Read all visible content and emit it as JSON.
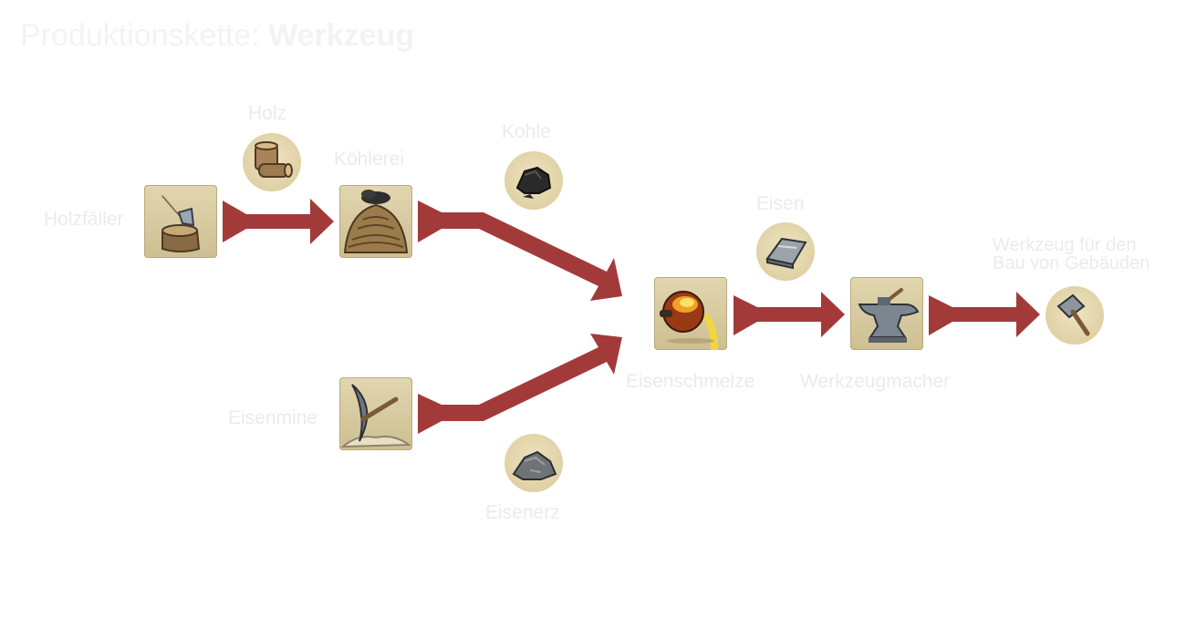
{
  "title": {
    "prefix": "Produktionskette:",
    "product": "Werkzeug"
  },
  "buildings": [
    {
      "id": "holzfaeller",
      "label": "Holzfäller",
      "icon": "axe-in-stump-icon"
    },
    {
      "id": "koehlerei",
      "label": "Köhlerei",
      "icon": "charcoal-kiln-icon"
    },
    {
      "id": "eisenmine",
      "label": "Eisenmine",
      "icon": "pickaxe-icon"
    },
    {
      "id": "eisenschmelze",
      "label": "Eisenschmelze",
      "icon": "molten-crucible-icon"
    },
    {
      "id": "werkzeugmacher",
      "label": "Werkzeugmacher",
      "icon": "anvil-icon"
    }
  ],
  "resources": [
    {
      "id": "holz",
      "label": "Holz",
      "icon": "log-icon"
    },
    {
      "id": "kohle",
      "label": "Kohle",
      "icon": "coal-icon"
    },
    {
      "id": "eisenerz",
      "label": "Eisenerz",
      "icon": "iron-ore-icon"
    },
    {
      "id": "eisen",
      "label": "Eisen",
      "icon": "iron-ingot-icon"
    },
    {
      "id": "werkzeug",
      "label_line1": "Werkzeug für den",
      "label_line2": "Bau von Gebäuden",
      "icon": "hammer-icon"
    }
  ],
  "colors": {
    "arrow": "#a33a3a",
    "tile": "#d8cba0",
    "label": "#ebebeb"
  },
  "edges": [
    {
      "from": "holzfaeller",
      "to": "koehlerei",
      "resource": "holz"
    },
    {
      "from": "koehlerei",
      "to": "eisenschmelze",
      "resource": "kohle"
    },
    {
      "from": "eisenmine",
      "to": "eisenschmelze",
      "resource": "eisenerz"
    },
    {
      "from": "eisenschmelze",
      "to": "werkzeugmacher",
      "resource": "eisen"
    },
    {
      "from": "werkzeugmacher",
      "to": "werkzeug",
      "resource": "werkzeug"
    }
  ]
}
